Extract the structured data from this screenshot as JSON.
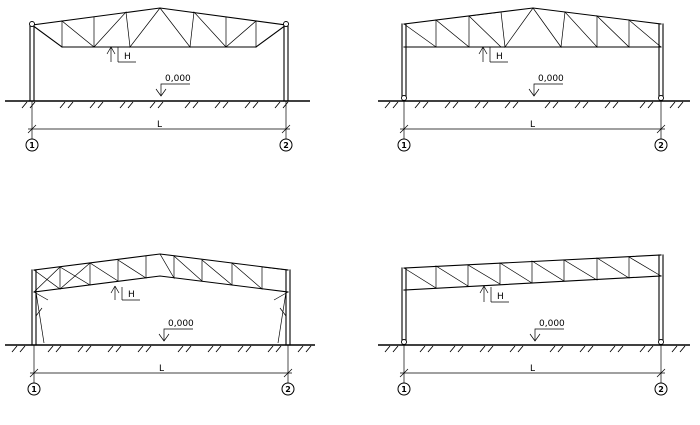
{
  "diagrams": [
    {
      "id": "a",
      "level_label": "0,000",
      "height_label": "H",
      "span_label": "L",
      "axis_left": "1",
      "axis_right": "2"
    },
    {
      "id": "b",
      "level_label": "0,000",
      "height_label": "H",
      "span_label": "L",
      "axis_left": "1",
      "axis_right": "2"
    },
    {
      "id": "c",
      "level_label": "0,000",
      "height_label": "H",
      "span_label": "L",
      "axis_left": "1",
      "axis_right": "2"
    },
    {
      "id": "d",
      "level_label": "0,000",
      "height_label": "H",
      "span_label": "L",
      "axis_left": "1",
      "axis_right": "2"
    }
  ]
}
